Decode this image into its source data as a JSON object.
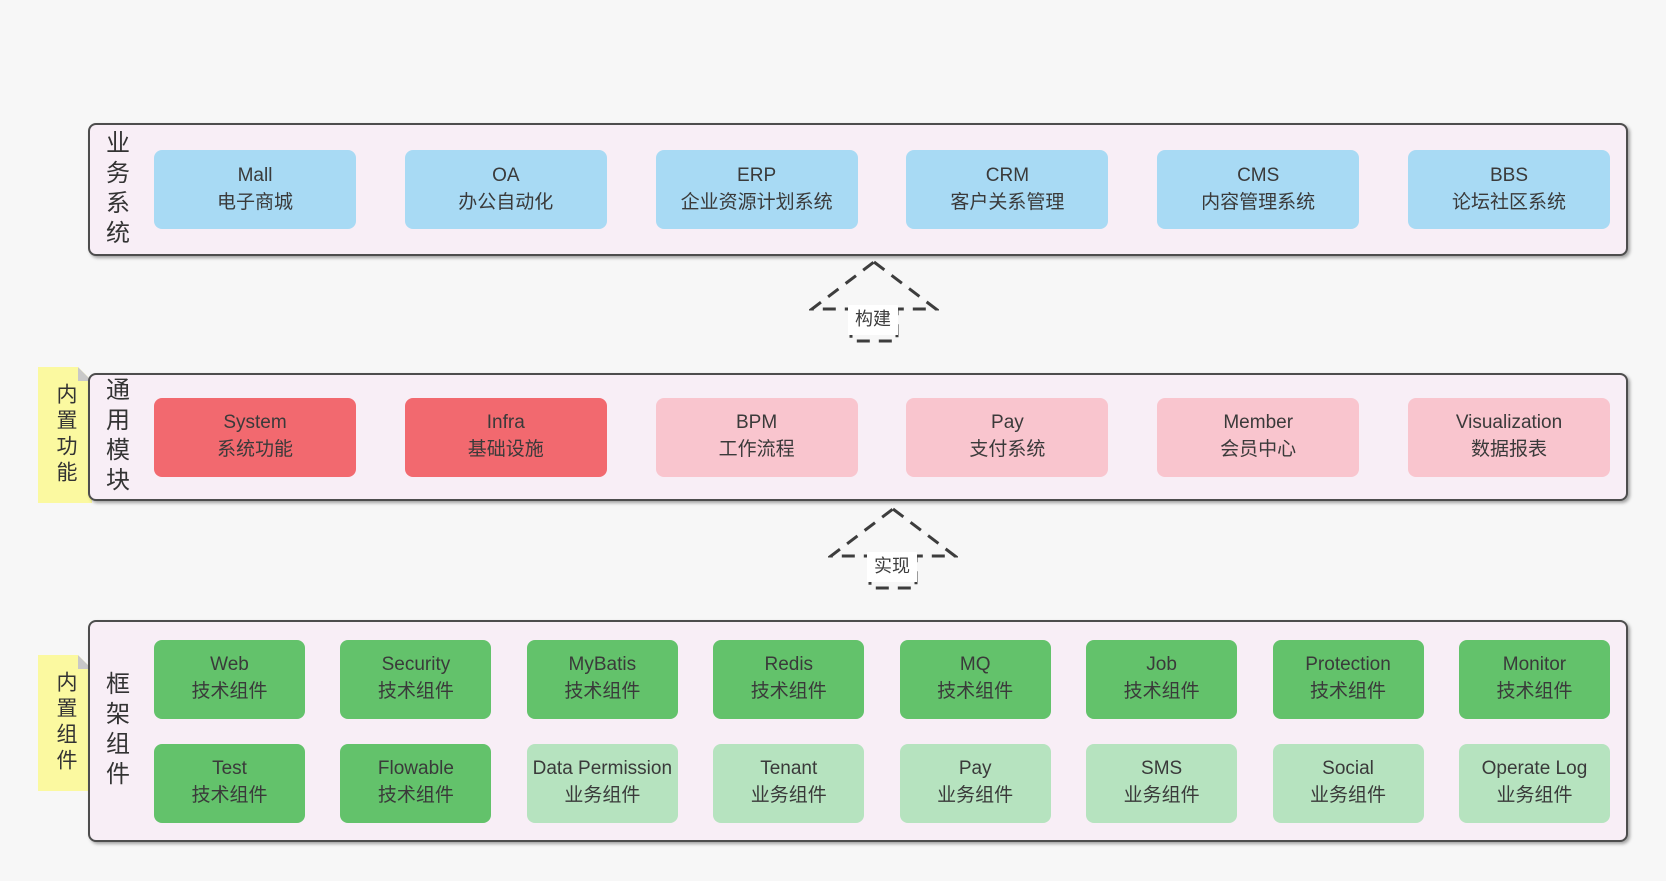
{
  "colors": {
    "page_background": "#f7f7f7",
    "panel_background": "#f8eef6",
    "panel_border": "#4d4d4d",
    "business_box": "#a8daf4",
    "highlight_module_box": "#f2696f",
    "module_box": "#f9c5ce",
    "tech_component_box": "#63c26b",
    "biz_component_box": "#b6e3bf",
    "sticky_note": "#fbf9a0",
    "sticky_note_fold": "#c8c8c8",
    "dashed_arrow": "#3d3d3d",
    "text": "#3a3a3a"
  },
  "arrows": [
    {
      "label": "构建"
    },
    {
      "label": "实现"
    }
  ],
  "sections": {
    "business": {
      "label": "业务系统",
      "boxes": [
        {
          "title": "Mall",
          "subtitle": "电子商城",
          "variant": "blue"
        },
        {
          "title": "OA",
          "subtitle": "办公自动化",
          "variant": "blue"
        },
        {
          "title": "ERP",
          "subtitle": "企业资源计划系统",
          "variant": "blue"
        },
        {
          "title": "CRM",
          "subtitle": "客户关系管理",
          "variant": "blue"
        },
        {
          "title": "CMS",
          "subtitle": "内容管理系统",
          "variant": "blue"
        },
        {
          "title": "BBS",
          "subtitle": "论坛社区系统",
          "variant": "blue"
        }
      ]
    },
    "modules": {
      "label": "通用模块",
      "note": "内置功能",
      "boxes": [
        {
          "title": "System",
          "subtitle": "系统功能",
          "variant": "red"
        },
        {
          "title": "Infra",
          "subtitle": "基础设施",
          "variant": "red"
        },
        {
          "title": "BPM",
          "subtitle": "工作流程",
          "variant": "pink"
        },
        {
          "title": "Pay",
          "subtitle": "支付系统",
          "variant": "pink"
        },
        {
          "title": "Member",
          "subtitle": "会员中心",
          "variant": "pink"
        },
        {
          "title": "Visualization",
          "subtitle": "数据报表",
          "variant": "pink"
        }
      ]
    },
    "components": {
      "label": "框架组件",
      "note": "内置组件",
      "rows": [
        [
          {
            "title": "Web",
            "subtitle": "技术组件",
            "variant": "green"
          },
          {
            "title": "Security",
            "subtitle": "技术组件",
            "variant": "green"
          },
          {
            "title": "MyBatis",
            "subtitle": "技术组件",
            "variant": "green"
          },
          {
            "title": "Redis",
            "subtitle": "技术组件",
            "variant": "green"
          },
          {
            "title": "MQ",
            "subtitle": "技术组件",
            "variant": "green"
          },
          {
            "title": "Job",
            "subtitle": "技术组件",
            "variant": "green"
          },
          {
            "title": "Protection",
            "subtitle": "技术组件",
            "variant": "green"
          },
          {
            "title": "Monitor",
            "subtitle": "技术组件",
            "variant": "green"
          }
        ],
        [
          {
            "title": "Test",
            "subtitle": "技术组件",
            "variant": "green"
          },
          {
            "title": "Flowable",
            "subtitle": "技术组件",
            "variant": "green"
          },
          {
            "title": "Data Permission",
            "subtitle": "业务组件",
            "variant": "green-light"
          },
          {
            "title": "Tenant",
            "subtitle": "业务组件",
            "variant": "green-light"
          },
          {
            "title": "Pay",
            "subtitle": "业务组件",
            "variant": "green-light"
          },
          {
            "title": "SMS",
            "subtitle": "业务组件",
            "variant": "green-light"
          },
          {
            "title": "Social",
            "subtitle": "业务组件",
            "variant": "green-light"
          },
          {
            "title": "Operate Log",
            "subtitle": "业务组件",
            "variant": "green-light"
          }
        ]
      ]
    }
  }
}
